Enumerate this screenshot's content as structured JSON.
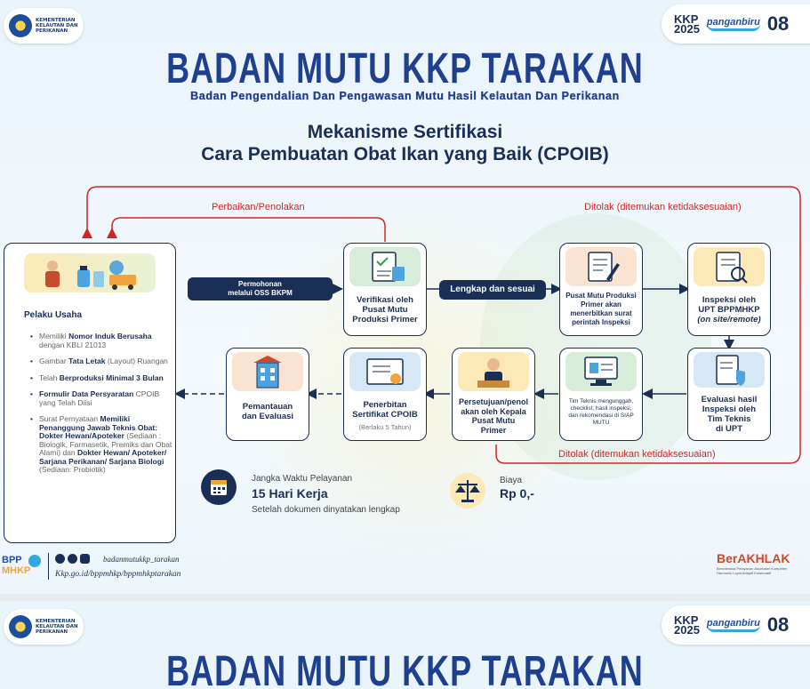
{
  "header": {
    "ministry_lines": [
      "KEMENTERIAN",
      "KELAUTAN DAN",
      "PERIKANAN"
    ],
    "logo_kkp_top": "KKP",
    "logo_kkp_year": "2025",
    "logo_pangan": "panganbiru",
    "logo_eight": "08"
  },
  "title": "BADAN MUTU KKP TARAKAN",
  "subtitle": "Badan Pengendalian Dan Pengawasan Mutu Hasil Kelautan Dan Perikanan",
  "heading_line1": "Mekanisme Sertifikasi",
  "heading_line2": "Cara Pembuatan Obat Ikan yang Baik (CPOIB)",
  "loop_labels": {
    "perbaikan": "Perbaikan/Penolakan",
    "ditolak_top": "Ditolak (ditemukan ketidaksesuaian)",
    "ditolak_bottom": "Ditolak (ditemukan ketidaksesuaian)"
  },
  "pelaku": {
    "title": "Pelaku Usaha",
    "items": [
      {
        "pre": "Memiliki ",
        "b1": "Nomor Induk Berusaha",
        "post": " dengan KBLI 21013"
      },
      {
        "pre": "Gambar ",
        "b1": "Tata Letak",
        "post": " (Layout) Ruangan"
      },
      {
        "pre": "Telah ",
        "b1": "Berproduksi Minimal 3 Bulan",
        "post": ""
      },
      {
        "pre": "",
        "b1": "Formulir Data Persyaratan",
        "post": " CPOIB yang Telah Diisi"
      },
      {
        "pre": "Surat Pernyataan ",
        "b1": "Memiliki Penanggung Jawab Teknis Obat: Dokter Hewan/Apoteker",
        "post": " (Sediaan : Biologik, Farmasetik, Premiks dan Obat Alami) dan ",
        "b2": "Dokter Hewan/ Apoteker/ Sarjana Perikanan/ Sarjana Biologi",
        "post2": " (Sediaan: Probiotik)"
      }
    ]
  },
  "flow": {
    "permohonan_line1": "Permohonan",
    "permohonan_line2": "melalui OSS BKPM",
    "lengkap": "Lengkap dan sesuai",
    "verifikasi": [
      "Verifikasi oleh",
      "Pusat Mutu",
      "Produksi Primer"
    ],
    "pusat_mutu": [
      "Pusat Mutu Produksi",
      "Primer akan",
      "menerbitkan surat",
      "perintah Inspeksi"
    ],
    "inspeksi": [
      "Inspeksi oleh",
      "UPT BPPMHKP"
    ],
    "inspeksi_mode": "(on site/remote)",
    "evaluasi": [
      "Evaluasi hasil",
      "Inspeksi oleh",
      "Tim Teknis",
      "di UPT"
    ],
    "tim_teknis": [
      "Tim Teknis mengunggah,",
      "checklist, hasil inspeksi,",
      "dan rekomendasi di SIAP",
      "MUTU"
    ],
    "persetujuan": [
      "Persetujuan/penol",
      "akan oleh Kepala",
      "Pusat Mutu",
      "Primer"
    ],
    "penerbitan": [
      "Penerbitan",
      "Sertifikat CPOIB"
    ],
    "penerbitan_note": "(Berlaku 5 Tahun)",
    "pemantauan": [
      "Pemantauan",
      "dan Evaluasi"
    ]
  },
  "service": {
    "time_label": "Jangka Waktu Pelayanan",
    "time_value": "15 Hari Kerja",
    "time_note": "Setelah dokumen dinyatakan lengkap",
    "cost_label": "Biaya",
    "cost_value": "Rp 0,-"
  },
  "footer": {
    "bpp_top": "BPP",
    "bpp_bottom": "MHKP",
    "social": "badanmutukkp_tarakan",
    "website": "Kkp.go.id/bppmhkp/bppmhkptarakan",
    "berakhlak": "BerAKHLAK",
    "berakhlak_line1": "Berorientasi Pelayanan Akuntabel Kompeten",
    "berakhlak_line2": "Harmonis Loyal Adaptif Kolaboratif"
  },
  "colors": {
    "navy": "#1a2f55",
    "title_blue": "#1f3f8f",
    "red": "#d22626",
    "accent_cyan": "#35a7e0"
  }
}
